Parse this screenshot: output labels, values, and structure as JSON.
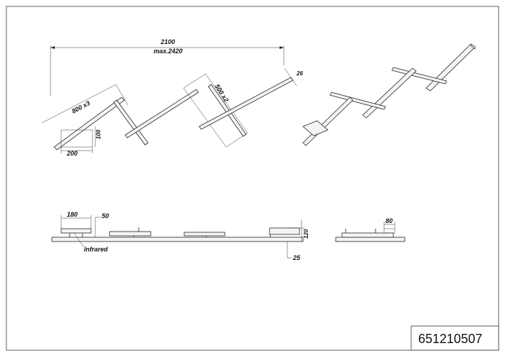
{
  "drawing": {
    "dimensions": {
      "overall_length": "2100",
      "max_length": "max.2420",
      "bar_a": "800 x3",
      "bar_b": "500 x2",
      "bar_width": "26",
      "canopy_length": "200",
      "canopy_height": "100",
      "side_canopy_width": "180",
      "side_height": "50",
      "total_height": "120",
      "bar_thickness": "25",
      "end_width": "80"
    },
    "labels": {
      "sensor": "Infrared"
    },
    "part_number": "651210507"
  }
}
